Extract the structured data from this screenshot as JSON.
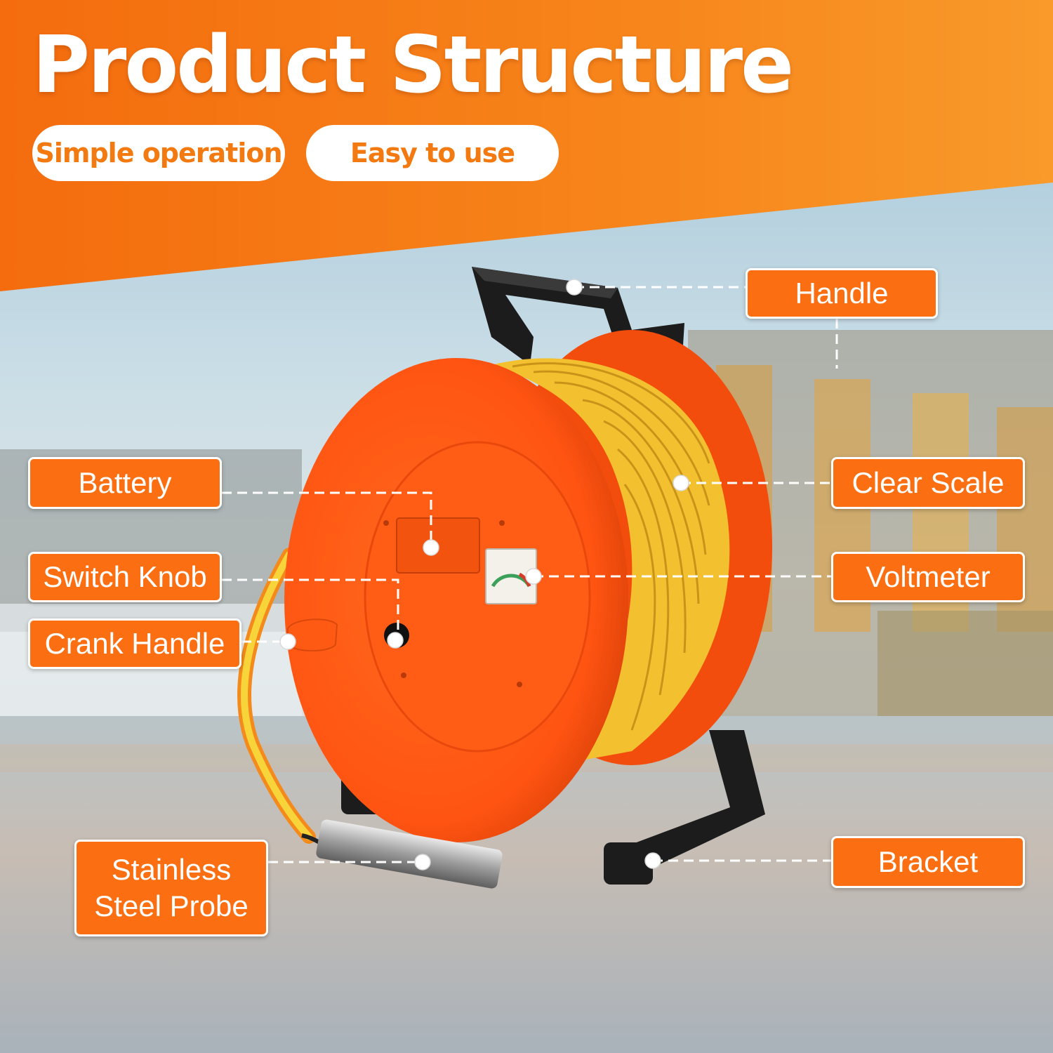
{
  "header": {
    "title": "Product Structure",
    "tags": [
      "Simple operation",
      "Easy to use"
    ]
  },
  "callouts": {
    "handle": "Handle",
    "clear_scale": "Clear Scale",
    "voltmeter": "Voltmeter",
    "bracket": "Bracket",
    "battery": "Battery",
    "switch_knob": "Switch Knob",
    "crank_handle": "Crank Handle",
    "probe_line1": "Stainless",
    "probe_line2": "Steel Probe"
  },
  "colors": {
    "brand_orange": "#f7861d",
    "callout_orange": "#fb6f12",
    "reel_orange": "#ff5a14",
    "tape_yellow": "#f7d43a",
    "frame_black": "#1c1c1c"
  }
}
